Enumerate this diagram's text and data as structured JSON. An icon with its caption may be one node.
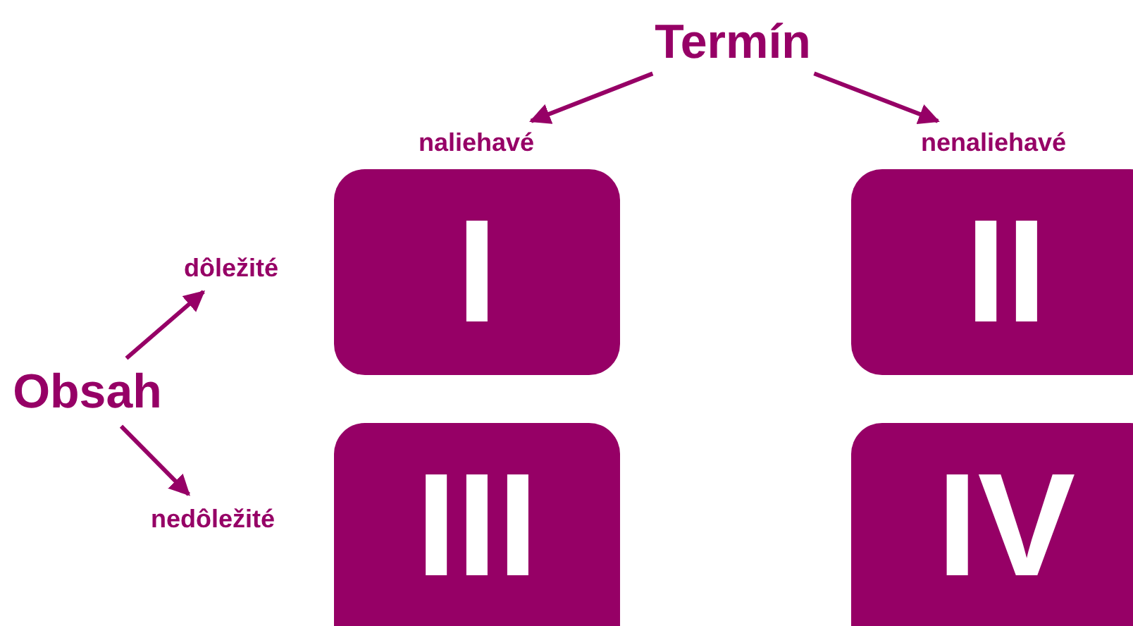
{
  "diagram": {
    "nodes": [
      {
        "text": [
          "Termín"
        ]
      },
      {
        "text": [
          "naliehavé"
        ]
      },
      {
        "text": [
          "nenaliehavé"
        ]
      },
      {
        "text": [
          "Obsah"
        ]
      },
      {
        "text": [
          "dôležité"
        ]
      },
      {
        "text": [
          "nedôležité"
        ]
      },
      {
        "text": [
          "I"
        ]
      },
      {
        "text": [
          "II"
        ]
      },
      {
        "text": [
          "III"
        ]
      },
      {
        "text": [
          "IV"
        ]
      }
    ],
    "edges": [
      {
        "from": 0,
        "to": 1,
        "arrow": "to"
      },
      {
        "from": 0,
        "to": 2,
        "arrow": "to"
      },
      {
        "from": 3,
        "to": 4,
        "arrow": "to"
      },
      {
        "from": 3,
        "to": 5,
        "arrow": "to"
      }
    ]
  }
}
